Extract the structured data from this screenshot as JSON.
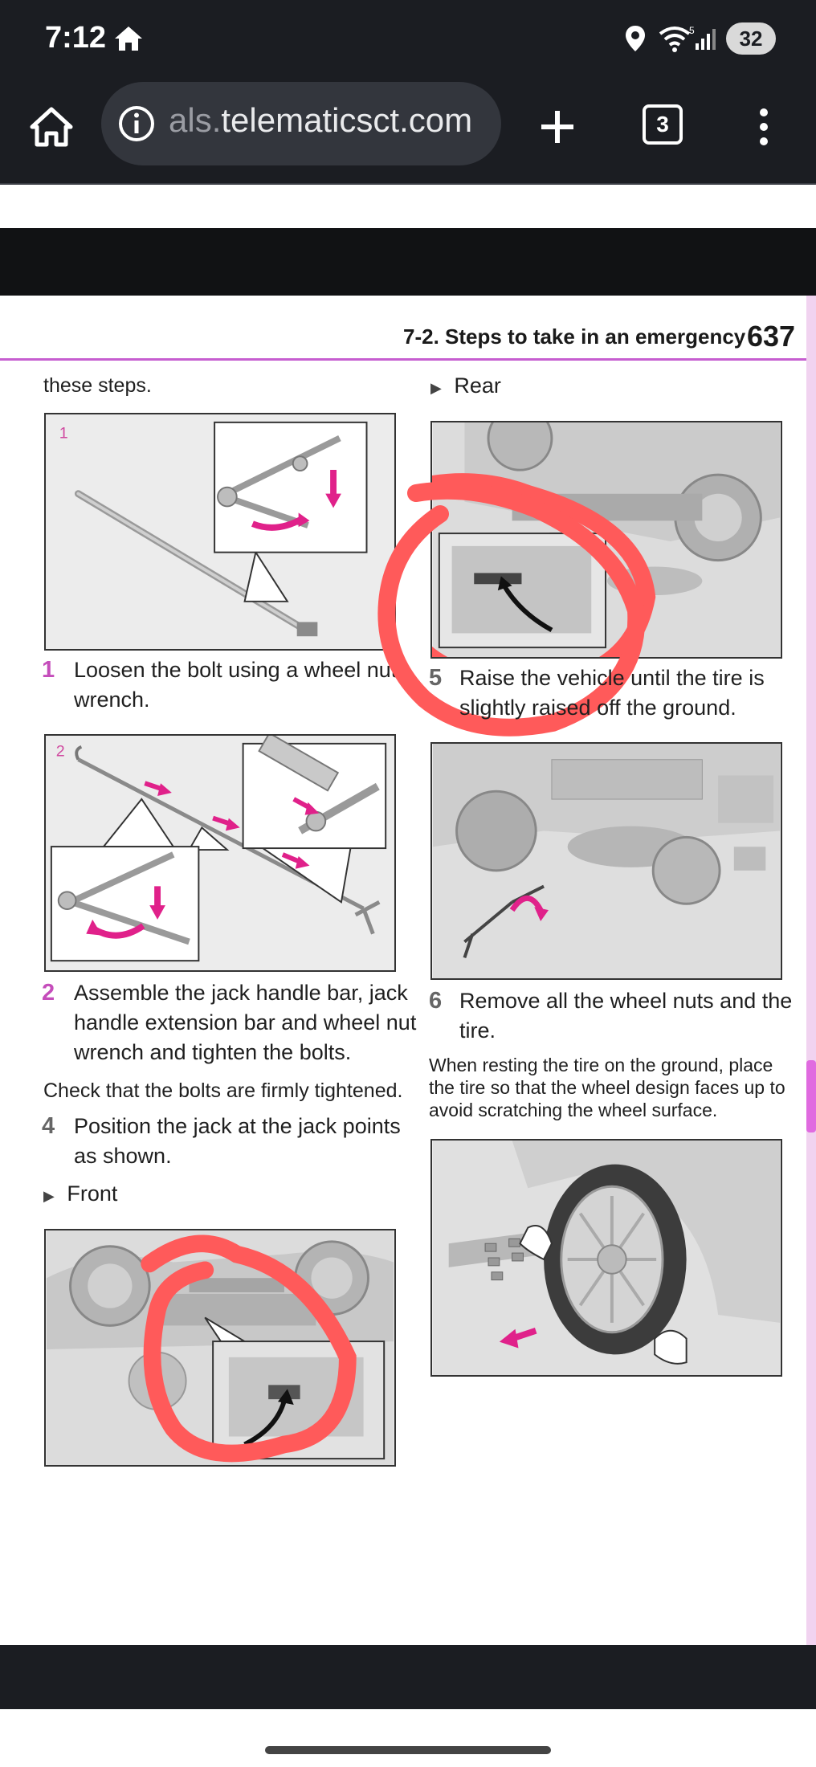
{
  "status_bar": {
    "time": "7:12",
    "battery": "32"
  },
  "browser": {
    "url_prefix": "als.",
    "url_main": "telematicsct.com",
    "tab_count": "3"
  },
  "manual": {
    "section_title": "7-2. Steps to take in an emergency",
    "page_number": "637",
    "left_intro": "these steps.",
    "fig1_label": "1",
    "fig2_label": "2",
    "step1_num": "1",
    "step1_line1": "Loosen the bolt using a wheel nut",
    "step1_line2": "wrench.",
    "step2_num": "2",
    "step2_line1": "Assemble the jack handle bar, jack",
    "step2_line2": "handle extension bar and wheel nut",
    "step2_line3": "wrench and tighten the bolts.",
    "check_note": "Check that the bolts are firmly tightened.",
    "step4_num": "4",
    "step4_line1": "Position the jack at the jack points",
    "step4_line2": "as shown.",
    "front_label": "Front",
    "rear_label": "Rear",
    "step5_num": "5",
    "step5_line1": "Raise the vehicle until the tire is",
    "step5_line2": "slightly raised off the ground.",
    "step6_num": "6",
    "step6_line1": "Remove all the wheel nuts and the",
    "step6_line2": "tire.",
    "tire_note_line1": "When resting the tire on the ground, place",
    "tire_note_line2": "the tire so that the wheel design faces up to",
    "tire_note_line3": "avoid scratching the wheel surface."
  },
  "colors": {
    "accent_pink": "#c54dbb",
    "annotation_red": "#ff5a5a",
    "arrow_magenta": "#e0218a"
  }
}
